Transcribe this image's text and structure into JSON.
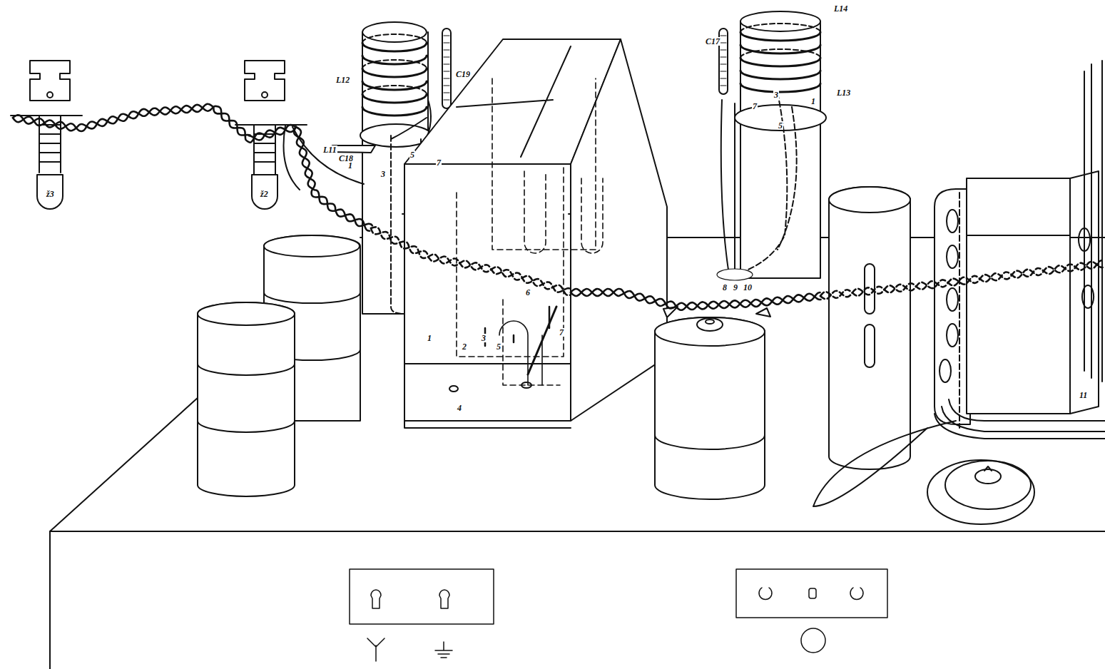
{
  "diagram": {
    "labels": [
      "ž3",
      "ž2",
      "L12",
      "C19",
      "L11",
      "1",
      "5",
      "3",
      "7",
      "C18",
      "C17",
      "L14",
      "7",
      "3",
      "1",
      "L13",
      "5",
      "1",
      "2",
      "3",
      "5",
      "4",
      "6",
      "7",
      "8",
      "9",
      "10",
      "11"
    ]
  }
}
